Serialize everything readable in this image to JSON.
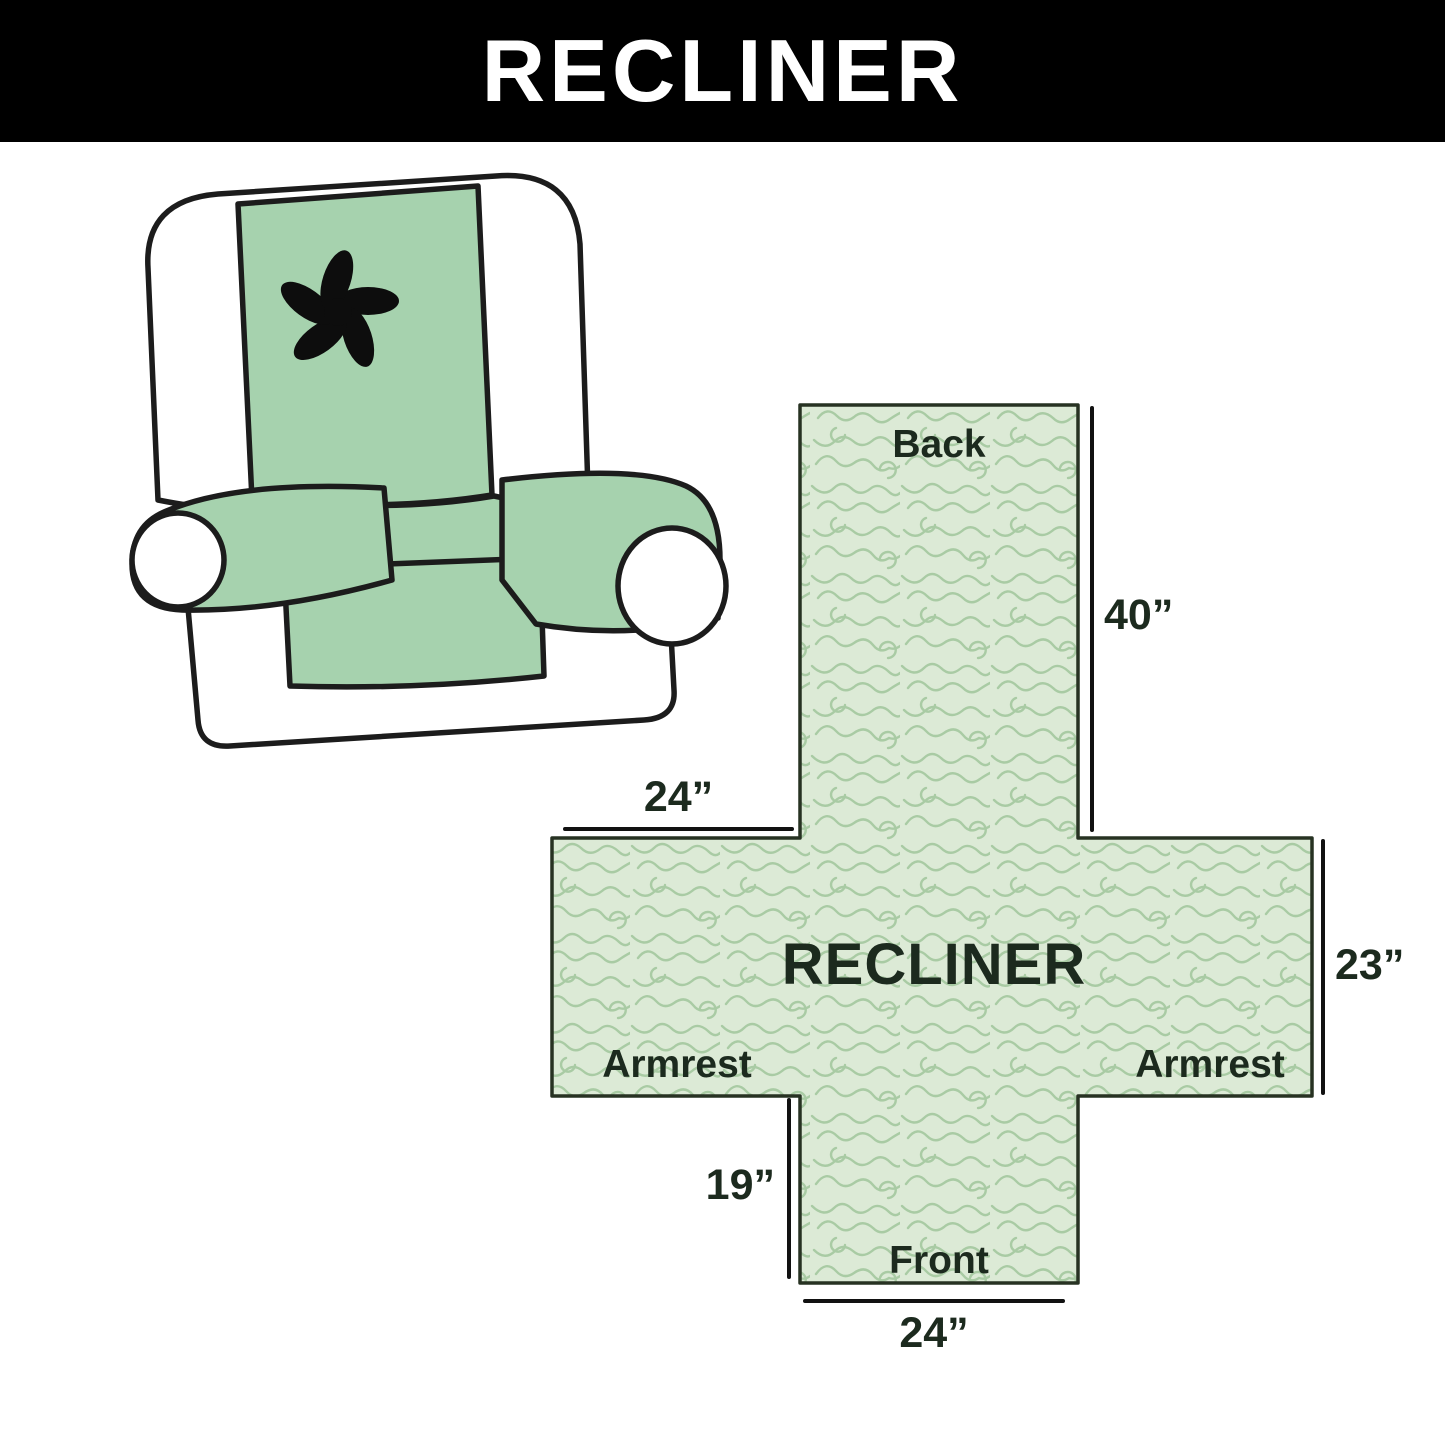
{
  "header": {
    "title": "RECLINER",
    "bg": "#000000",
    "text_color": "#ffffff"
  },
  "illustration": {
    "cover_color": "#a6d2ae",
    "outline_color": "#1c1c1c",
    "logo_color": "#0d0d0d",
    "logo_icon": "pinwheel-icon"
  },
  "diagram": {
    "center_label": "RECLINER",
    "fill": "#dcead6",
    "pattern_color": "#a9cba4",
    "outline": "#273222",
    "labels": {
      "back": "Back",
      "front": "Front",
      "armrest_left": "Armrest",
      "armrest_right": "Armrest"
    },
    "dimensions": {
      "back_height": "40”",
      "top_width": "24”",
      "side_height": "23”",
      "front_height": "19”",
      "bottom_width": "24”"
    }
  }
}
